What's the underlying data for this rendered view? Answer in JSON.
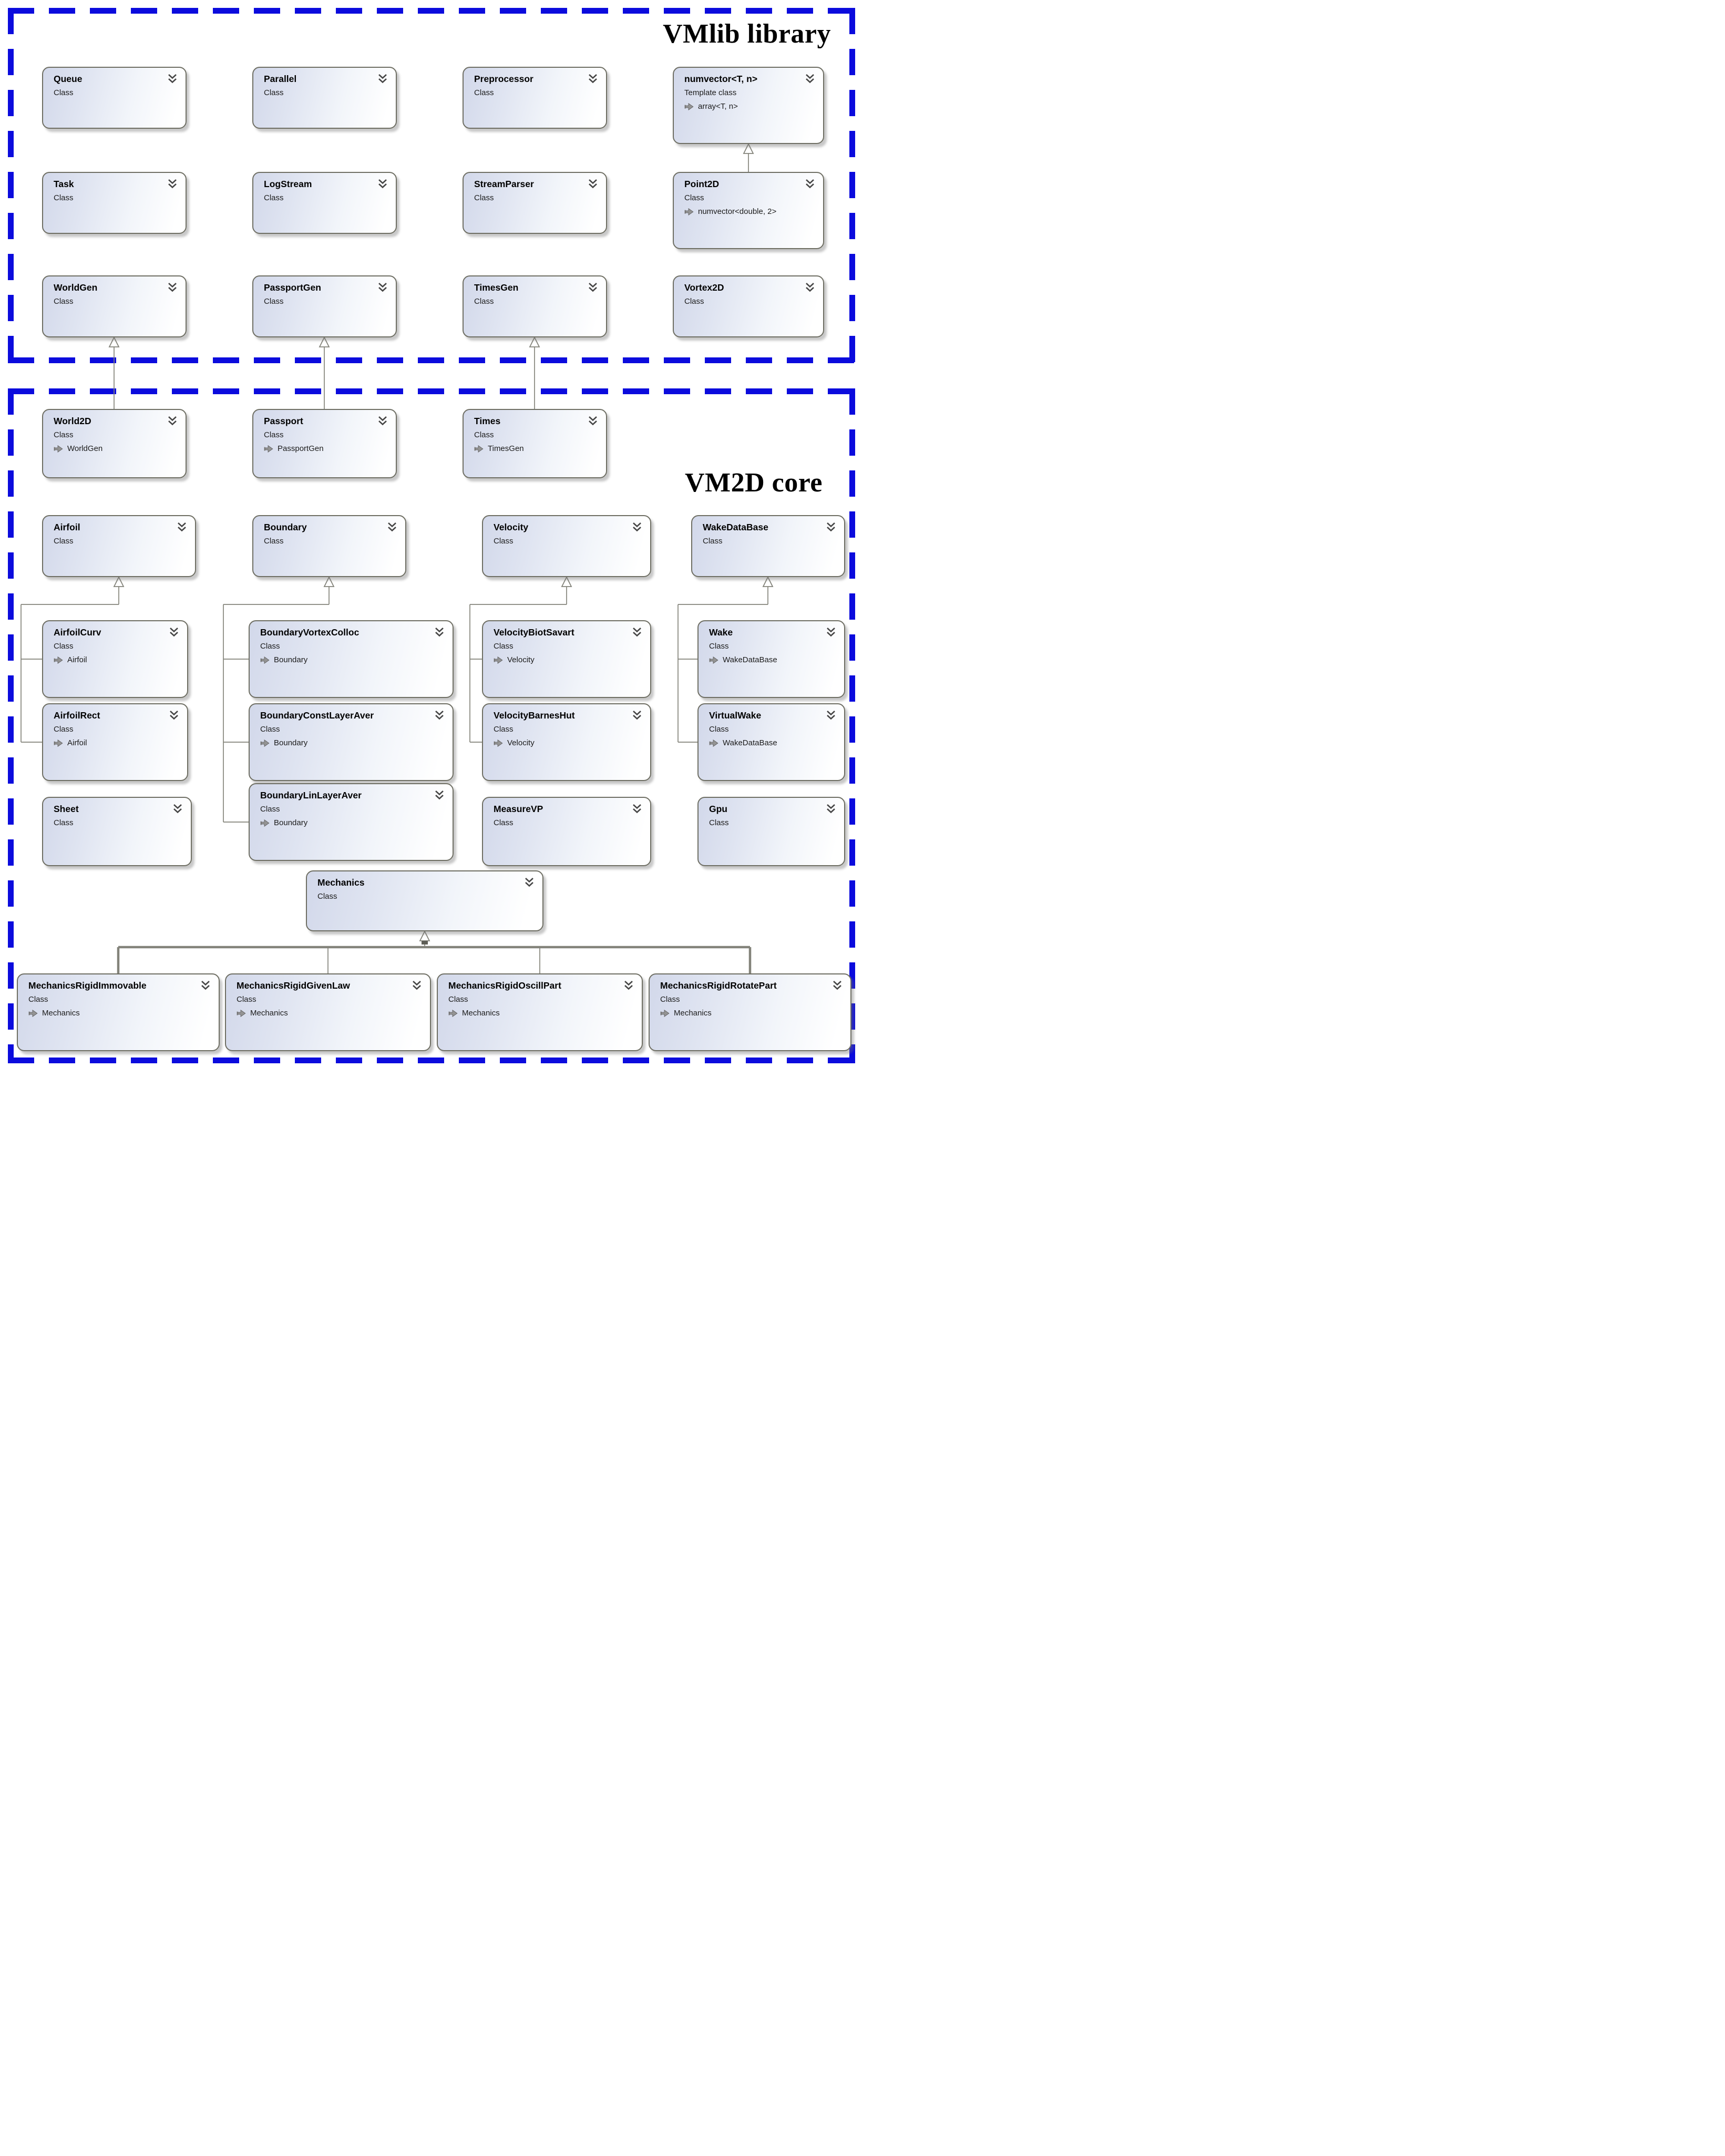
{
  "diagram": {
    "sections": [
      {
        "id": "vmlib",
        "title": "VMlib library"
      },
      {
        "id": "vm2d",
        "title": "VM2D core"
      }
    ],
    "classes": [
      {
        "id": "Queue",
        "section": "vmlib",
        "title": "Queue",
        "kind": "Class"
      },
      {
        "id": "Parallel",
        "section": "vmlib",
        "title": "Parallel",
        "kind": "Class"
      },
      {
        "id": "Preprocessor",
        "section": "vmlib",
        "title": "Preprocessor",
        "kind": "Class"
      },
      {
        "id": "numvector",
        "section": "vmlib",
        "title": "numvector<T, n>",
        "kind": "Template class",
        "base": "array<T, n>"
      },
      {
        "id": "Task",
        "section": "vmlib",
        "title": "Task",
        "kind": "Class"
      },
      {
        "id": "LogStream",
        "section": "vmlib",
        "title": "LogStream",
        "kind": "Class"
      },
      {
        "id": "StreamParser",
        "section": "vmlib",
        "title": "StreamParser",
        "kind": "Class"
      },
      {
        "id": "Point2D",
        "section": "vmlib",
        "title": "Point2D",
        "kind": "Class",
        "base": "numvector<double, 2>"
      },
      {
        "id": "WorldGen",
        "section": "vmlib",
        "title": "WorldGen",
        "kind": "Class"
      },
      {
        "id": "PassportGen",
        "section": "vmlib",
        "title": "PassportGen",
        "kind": "Class"
      },
      {
        "id": "TimesGen",
        "section": "vmlib",
        "title": "TimesGen",
        "kind": "Class"
      },
      {
        "id": "Vortex2D",
        "section": "vmlib",
        "title": "Vortex2D",
        "kind": "Class"
      },
      {
        "id": "World2D",
        "section": "vm2d",
        "title": "World2D",
        "kind": "Class",
        "base": "WorldGen"
      },
      {
        "id": "Passport",
        "section": "vm2d",
        "title": "Passport",
        "kind": "Class",
        "base": "PassportGen"
      },
      {
        "id": "Times",
        "section": "vm2d",
        "title": "Times",
        "kind": "Class",
        "base": "TimesGen"
      },
      {
        "id": "Airfoil",
        "section": "vm2d",
        "title": "Airfoil",
        "kind": "Class"
      },
      {
        "id": "Boundary",
        "section": "vm2d",
        "title": "Boundary",
        "kind": "Class"
      },
      {
        "id": "Velocity",
        "section": "vm2d",
        "title": "Velocity",
        "kind": "Class"
      },
      {
        "id": "WakeDataBase",
        "section": "vm2d",
        "title": "WakeDataBase",
        "kind": "Class"
      },
      {
        "id": "AirfoilCurv",
        "section": "vm2d",
        "title": "AirfoilCurv",
        "kind": "Class",
        "base": "Airfoil"
      },
      {
        "id": "AirfoilRect",
        "section": "vm2d",
        "title": "AirfoilRect",
        "kind": "Class",
        "base": "Airfoil"
      },
      {
        "id": "BoundaryVortexColloc",
        "section": "vm2d",
        "title": "BoundaryVortexColloc",
        "kind": "Class",
        "base": "Boundary"
      },
      {
        "id": "BoundaryConstLayerAver",
        "section": "vm2d",
        "title": "BoundaryConstLayerAver",
        "kind": "Class",
        "base": "Boundary"
      },
      {
        "id": "BoundaryLinLayerAver",
        "section": "vm2d",
        "title": "BoundaryLinLayerAver",
        "kind": "Class",
        "base": "Boundary"
      },
      {
        "id": "VelocityBiotSavart",
        "section": "vm2d",
        "title": "VelocityBiotSavart",
        "kind": "Class",
        "base": "Velocity"
      },
      {
        "id": "VelocityBarnesHut",
        "section": "vm2d",
        "title": "VelocityBarnesHut",
        "kind": "Class",
        "base": "Velocity"
      },
      {
        "id": "Wake",
        "section": "vm2d",
        "title": "Wake",
        "kind": "Class",
        "base": "WakeDataBase"
      },
      {
        "id": "VirtualWake",
        "section": "vm2d",
        "title": "VirtualWake",
        "kind": "Class",
        "base": "WakeDataBase"
      },
      {
        "id": "Sheet",
        "section": "vm2d",
        "title": "Sheet",
        "kind": "Class"
      },
      {
        "id": "MeasureVP",
        "section": "vm2d",
        "title": "MeasureVP",
        "kind": "Class"
      },
      {
        "id": "Gpu",
        "section": "vm2d",
        "title": "Gpu",
        "kind": "Class"
      },
      {
        "id": "Mechanics",
        "section": "vm2d",
        "title": "Mechanics",
        "kind": "Class"
      },
      {
        "id": "MechanicsRigidImmovable",
        "section": "vm2d",
        "title": "MechanicsRigidImmovable",
        "kind": "Class",
        "base": "Mechanics"
      },
      {
        "id": "MechanicsRigidGivenLaw",
        "section": "vm2d",
        "title": "MechanicsRigidGivenLaw",
        "kind": "Class",
        "base": "Mechanics"
      },
      {
        "id": "MechanicsRigidOscillPart",
        "section": "vm2d",
        "title": "MechanicsRigidOscillPart",
        "kind": "Class",
        "base": "Mechanics"
      },
      {
        "id": "MechanicsRigidRotatePart",
        "section": "vm2d",
        "title": "MechanicsRigidRotatePart",
        "kind": "Class",
        "base": "Mechanics"
      }
    ],
    "icons": {
      "collapse": "chevron-double-down",
      "base_arrow": "inheritance-dart"
    },
    "colors": {
      "section_border_blue": "#0b0bdd",
      "box_border_gray": "#6e6e63",
      "connector_gray": "#83837a",
      "icon_gray": "#8e8e8e",
      "text_black": "#000000"
    }
  }
}
